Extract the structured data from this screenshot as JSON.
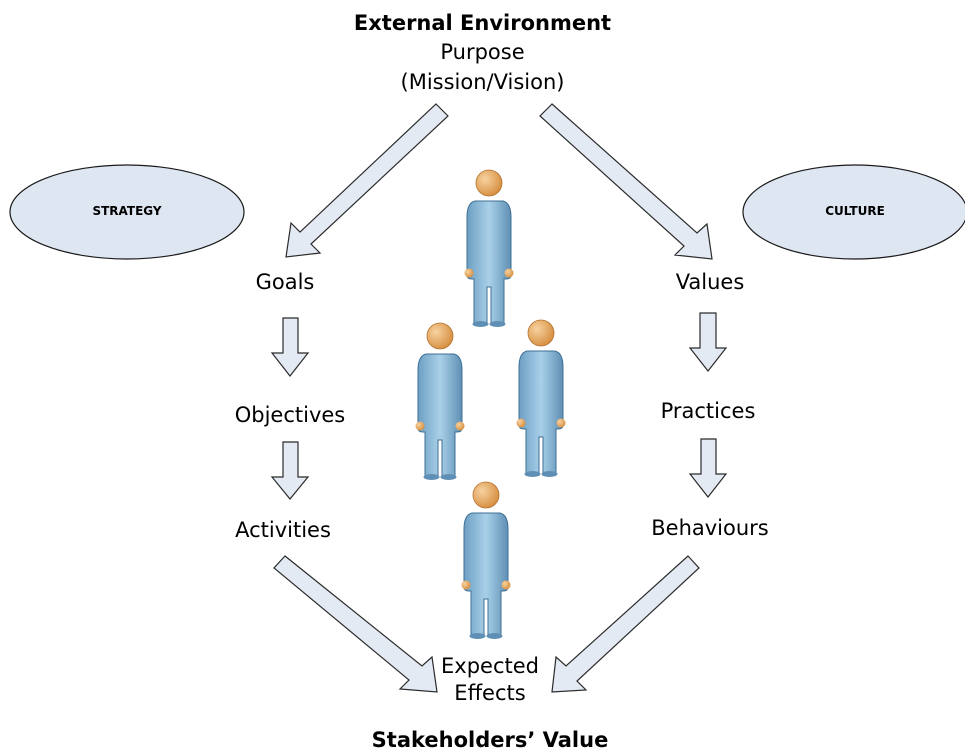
{
  "top": {
    "title": "External Environment",
    "purpose": "Purpose",
    "purpose_detail": "(Mission/Vision)"
  },
  "ellipses": {
    "left": "STRATEGY",
    "right": "CULTURE"
  },
  "strategy_chain": {
    "goals": "Goals",
    "objectives": "Objectives",
    "activities": "Activities"
  },
  "culture_chain": {
    "values": "Values",
    "practices": "Practices",
    "behaviours": "Behaviours"
  },
  "bottom": {
    "effects_line1": "Expected",
    "effects_line2": "Effects",
    "footer": "Stakeholders’ Value"
  },
  "colors": {
    "arrow_fill": "#e4eaf4",
    "arrow_stroke": "#2b2b2b",
    "ellipse_fill": "#dee6f2",
    "person_body": "#8ab7d6",
    "person_head": "#e6a75c"
  }
}
